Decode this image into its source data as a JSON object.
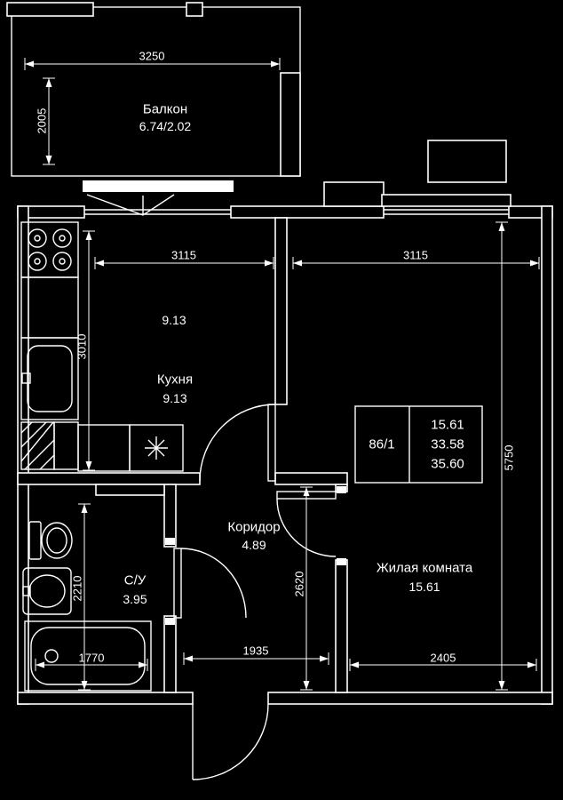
{
  "rooms": {
    "balcony": {
      "name": "Балкон",
      "area": "6.74/2.02"
    },
    "kitchen": {
      "name": "Кухня",
      "area": "9.13",
      "area_note": "9.13"
    },
    "corridor": {
      "name": "Коридор",
      "area": "4.89"
    },
    "bathroom": {
      "name": "С/У",
      "area": "3.95"
    },
    "living_room": {
      "name": "Жилая комната",
      "area": "15.61"
    }
  },
  "unit_info": {
    "unit_number": "86/1",
    "living_area": "15.61",
    "area": "33.58",
    "total_area": "35.60"
  },
  "dimensions": {
    "balcony_width": "3250",
    "balcony_depth": "2005",
    "kitchen_width": "3115",
    "living_room_width": "3115",
    "kitchen_depth": "3010",
    "apartment_depth": "5750",
    "bathroom_depth": "2210",
    "corridor_depth": "2620",
    "bathroom_width": "1770",
    "corridor_width": "1935",
    "living_room_bottom_width": "2405"
  },
  "colors": {
    "background": "#000000",
    "line": "#ffffff"
  }
}
